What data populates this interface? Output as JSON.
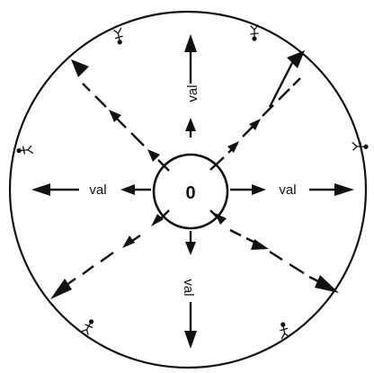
{
  "diagram": {
    "center_label": "0",
    "arrow_label": "val",
    "ink_color": "#111111",
    "background_color": "#ffffff",
    "ray_count": 8,
    "figure_count": 6
  }
}
